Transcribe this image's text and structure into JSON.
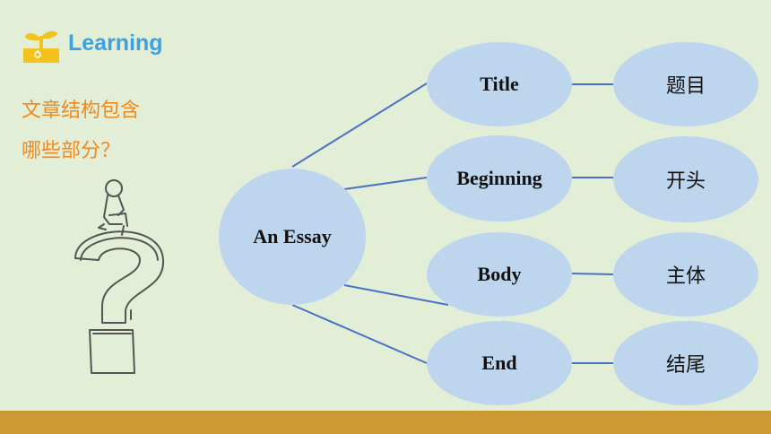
{
  "header": {
    "brand_label": "Learning",
    "logo_icon": "sprout-logo-icon"
  },
  "prompt": {
    "line1": "文章结构包含",
    "line2": "哪些部分？"
  },
  "diagram": {
    "center": "An Essay",
    "parts": [
      {
        "en": "Title",
        "zh": "题目"
      },
      {
        "en": "Beginning",
        "zh": "开头"
      },
      {
        "en": "Body",
        "zh": "主体"
      },
      {
        "en": "End",
        "zh": "结尾"
      }
    ]
  },
  "colors": {
    "background": "#e3eed7",
    "node_fill": "#bdd6ee",
    "connector": "#4a72c4",
    "brand_blue": "#3aa2e0",
    "question_orange": "#ef8a1e",
    "logo_yellow": "#f4c21c",
    "footer_bar": "#cc9a32"
  }
}
